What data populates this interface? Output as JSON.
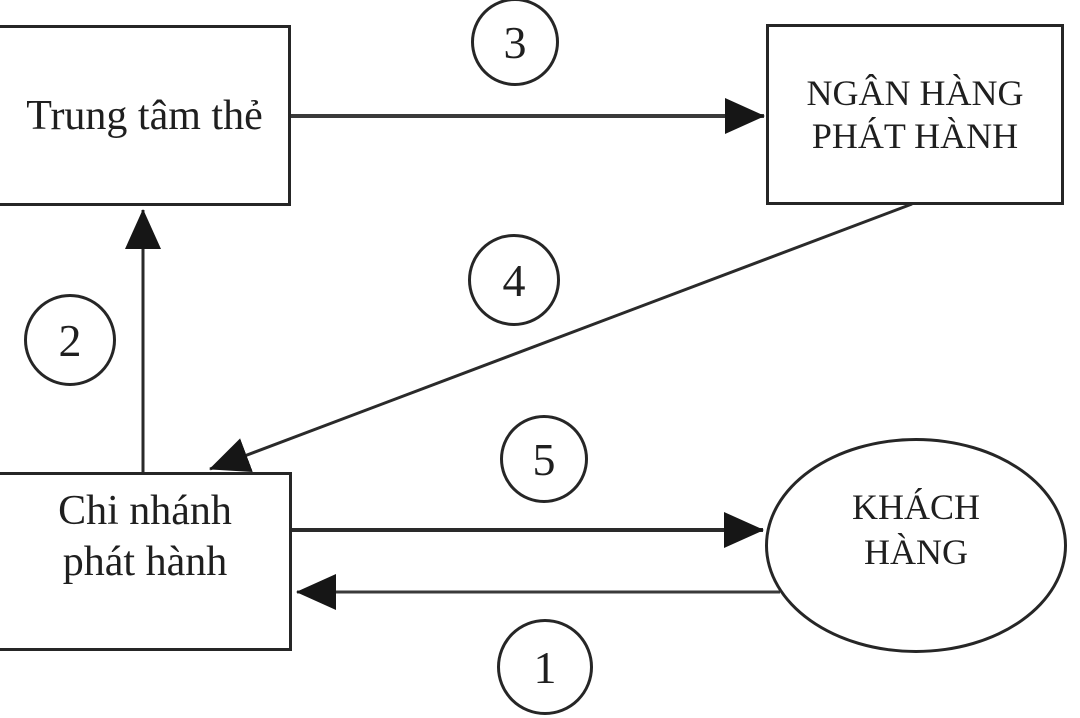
{
  "canvas": {
    "background": "#ffffff",
    "ink": "#262626",
    "wire_color": "#3a3a3a",
    "arrowhead_color": "#161616"
  },
  "nodes": {
    "card_center": {
      "lines": [
        "Trung tâm thẻ"
      ]
    },
    "issuing_bank": {
      "lines": [
        "NGÂN HÀNG",
        "PHÁT HÀNH"
      ]
    },
    "issuing_branch": {
      "lines": [
        "Chi nhánh",
        "phát hành"
      ]
    },
    "customer": {
      "lines": [
        "KHÁCH",
        "HÀNG"
      ]
    }
  },
  "steps": {
    "step1": {
      "label": "1"
    },
    "step2": {
      "label": "2"
    },
    "step3": {
      "label": "3"
    },
    "step4": {
      "label": "4"
    },
    "step5": {
      "label": "5"
    }
  }
}
